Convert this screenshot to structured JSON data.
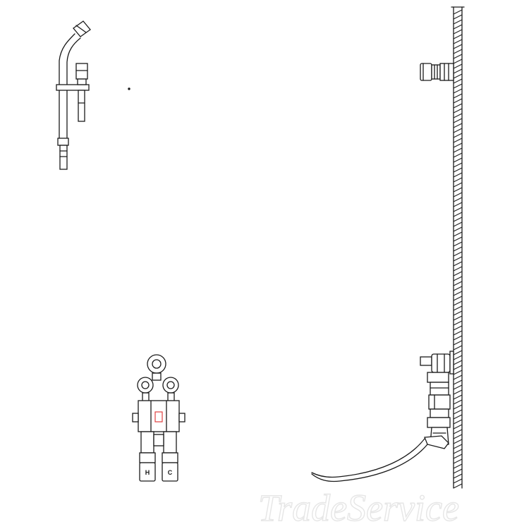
{
  "watermark": {
    "text": "TradeService",
    "color": "#e6e6e6"
  },
  "valve_labels": {
    "left": "H",
    "right": "C"
  },
  "accent_color": "#e04040"
}
